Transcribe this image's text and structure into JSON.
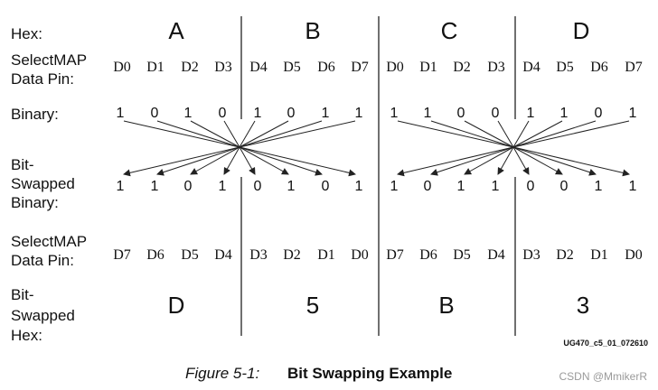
{
  "row_labels": {
    "hex": [
      "Hex:"
    ],
    "pin_top": [
      "SelectMAP",
      "Data Pin:"
    ],
    "binary": [
      "Binary:"
    ],
    "swapped_binary": [
      "Bit-",
      "Swapped",
      "Binary:"
    ],
    "pin_bottom": [
      "SelectMAP",
      "Data Pin:"
    ],
    "swapped_hex": [
      "Bit-",
      "Swapped",
      "Hex:"
    ]
  },
  "hex_top": [
    "A",
    "B",
    "C",
    "D"
  ],
  "pins_top": [
    "D0",
    "D1",
    "D2",
    "D3",
    "D4",
    "D5",
    "D6",
    "D7",
    "D0",
    "D1",
    "D2",
    "D3",
    "D4",
    "D5",
    "D6",
    "D7"
  ],
  "binary": [
    "1",
    "0",
    "1",
    "0",
    "1",
    "0",
    "1",
    "1",
    "1",
    "1",
    "0",
    "0",
    "1",
    "1",
    "0",
    "1"
  ],
  "swapped_binary": [
    "1",
    "1",
    "0",
    "1",
    "0",
    "1",
    "0",
    "1",
    "1",
    "0",
    "1",
    "1",
    "0",
    "0",
    "1",
    "1"
  ],
  "pins_bottom": [
    "D7",
    "D6",
    "D5",
    "D4",
    "D3",
    "D2",
    "D1",
    "D0",
    "D7",
    "D6",
    "D5",
    "D4",
    "D3",
    "D2",
    "D1",
    "D0"
  ],
  "hex_bottom": [
    "D",
    "5",
    "B",
    "3"
  ],
  "note": "UG470_c5_01_072610",
  "caption": {
    "figure": "Figure 5-1:",
    "title": "Bit Swapping Example"
  },
  "watermark": "CSDN @MmikerR"
}
